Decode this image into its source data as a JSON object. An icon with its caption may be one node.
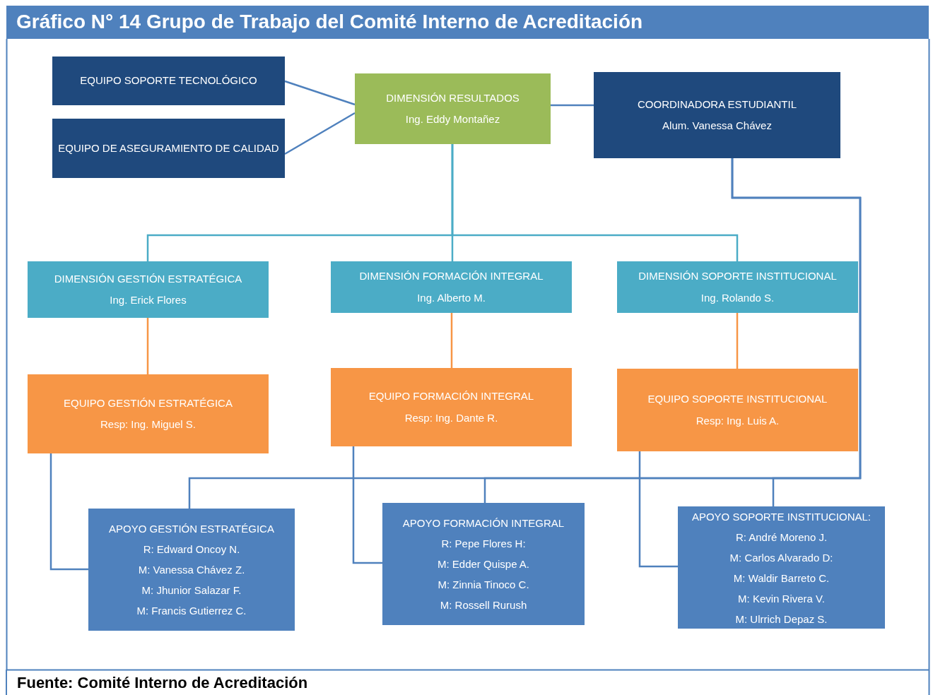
{
  "diagram": {
    "title": "Gráfico N° 14 Grupo de Trabajo del Comité Interno de Acreditación",
    "caption": "Fuente: Comité Interno de Acreditación",
    "nodes": [
      {
        "text": [
          "EQUIPO SOPORTE TECNOLÓGICO"
        ]
      },
      {
        "text": [
          "EQUIPO DE ASEGURAMIENTO DE CALIDAD"
        ]
      },
      {
        "text": [
          "DIMENSIÓN RESULTADOS",
          "Ing. Eddy Montañez"
        ]
      },
      {
        "text": [
          "COORDINADORA ESTUDIANTIL",
          "Alum. Vanessa Chávez"
        ]
      },
      {
        "text": [
          "DIMENSIÓN GESTIÓN ESTRATÉGICA",
          "Ing. Erick Flores"
        ]
      },
      {
        "text": [
          "DIMENSIÓN FORMACIÓN INTEGRAL",
          "Ing. Alberto M."
        ]
      },
      {
        "text": [
          "DIMENSIÓN SOPORTE INSTITUCIONAL",
          "Ing. Rolando S."
        ]
      },
      {
        "text": [
          "EQUIPO GESTIÓN ESTRATÉGICA",
          "Resp: Ing. Miguel S."
        ]
      },
      {
        "text": [
          "EQUIPO FORMACIÓN INTEGRAL",
          "Resp: Ing. Dante R."
        ]
      },
      {
        "text": [
          "EQUIPO SOPORTE INSTITUCIONAL",
          "Resp: Ing. Luis A."
        ]
      },
      {
        "text": [
          "APOYO GESTIÓN ESTRATÉGICA",
          "R: Edward Oncoy N.",
          "M: Vanessa Chávez Z.",
          "M: Jhunior Salazar F.",
          "M: Francis Gutierrez C."
        ]
      },
      {
        "text": [
          "APOYO FORMACIÓN INTEGRAL",
          "R: Pepe Flores H:",
          "M: Edder Quispe A.",
          "M: Zinnia Tinoco C.",
          "M: Rossell Rurush"
        ]
      },
      {
        "text": [
          "APOYO SOPORTE INSTITUCIONAL:",
          "R: André Moreno J.",
          "M: Carlos Alvarado D:",
          "M: Waldir Barreto C.",
          "M: Kevin Rivera V.",
          "M: Ulrrich Depaz S."
        ]
      }
    ],
    "edges": [
      {
        "from": 0,
        "to": 2,
        "arrow": "none"
      },
      {
        "from": 1,
        "to": 2,
        "arrow": "none"
      },
      {
        "from": 2,
        "to": 3,
        "arrow": "none"
      },
      {
        "from": 2,
        "to": 4,
        "arrow": "none",
        "color": "#4bacc6"
      },
      {
        "from": 2,
        "to": 5,
        "arrow": "none",
        "color": "#4bacc6"
      },
      {
        "from": 2,
        "to": 6,
        "arrow": "none",
        "color": "#4bacc6"
      },
      {
        "from": 4,
        "to": 7,
        "arrow": "none",
        "color": "#f79646"
      },
      {
        "from": 5,
        "to": 8,
        "arrow": "none",
        "color": "#f79646"
      },
      {
        "from": 6,
        "to": 9,
        "arrow": "none",
        "color": "#f79646"
      },
      {
        "from": 7,
        "to": 10,
        "arrow": "none"
      },
      {
        "from": 8,
        "to": 11,
        "arrow": "none"
      },
      {
        "from": 9,
        "to": 12,
        "arrow": "none"
      },
      {
        "from": 3,
        "to": 10,
        "arrow": "none"
      },
      {
        "from": 3,
        "to": 11,
        "arrow": "none"
      },
      {
        "from": 3,
        "to": 12,
        "arrow": "none"
      }
    ]
  }
}
